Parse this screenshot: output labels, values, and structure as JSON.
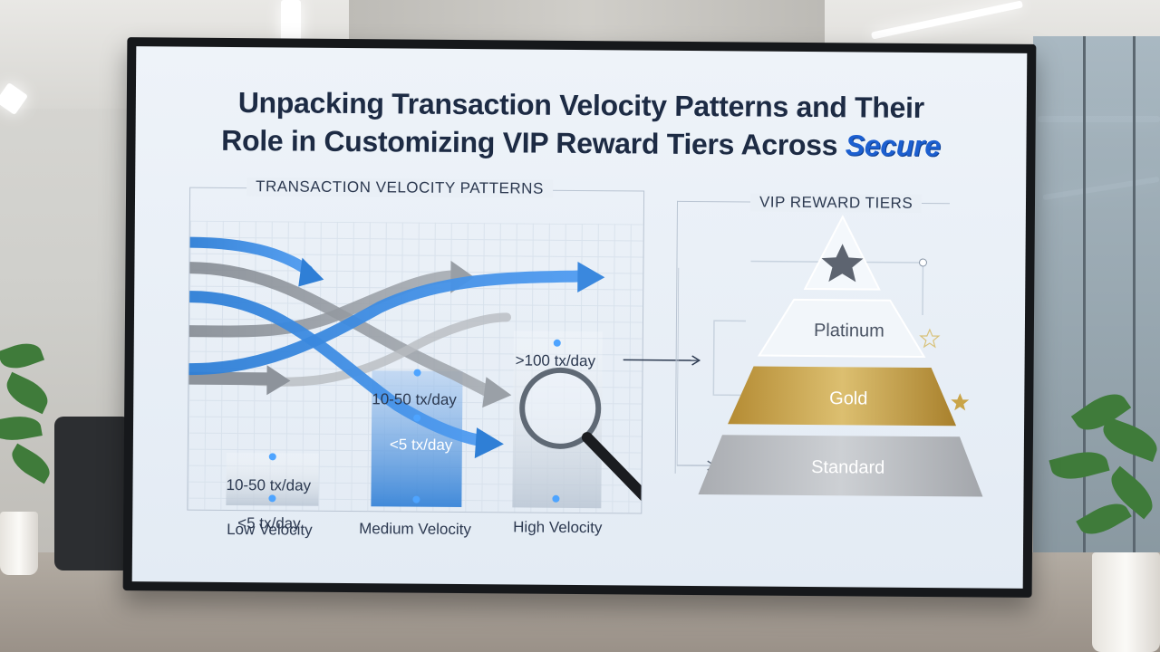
{
  "slide": {
    "title_line1": "Unpacking Transaction Velocity Patterns and Their",
    "title_line2": "Role in Customizing VIP Reward Tiers Across",
    "brand": "Secure"
  },
  "velocity": {
    "heading": "TRANSACTION VELOCITY PATTERNS",
    "columns": [
      {
        "name": "Low Velocity",
        "range_top": "10-50 tx/day",
        "range_bottom": "<5 tx/day"
      },
      {
        "name": "Medium Velocity",
        "range_top": "10-50 tx/day",
        "range_bottom": "<5 tx/day"
      },
      {
        "name": "High Velocity",
        "range_top": ">100 tx/day"
      }
    ]
  },
  "tiers": {
    "heading": "VIP REWARD TIERS",
    "levels": [
      {
        "name": "",
        "icon": "star-icon"
      },
      {
        "name": "Platinum"
      },
      {
        "name": "Gold"
      },
      {
        "name": "Standard"
      }
    ]
  },
  "colors": {
    "title": "#1d2b44",
    "brand": "#1c5fd0",
    "flow_blue": "#2f7fd6",
    "flow_gray": "#8d939b",
    "gold": "#c9a448",
    "standard": "#b9bcc1"
  }
}
